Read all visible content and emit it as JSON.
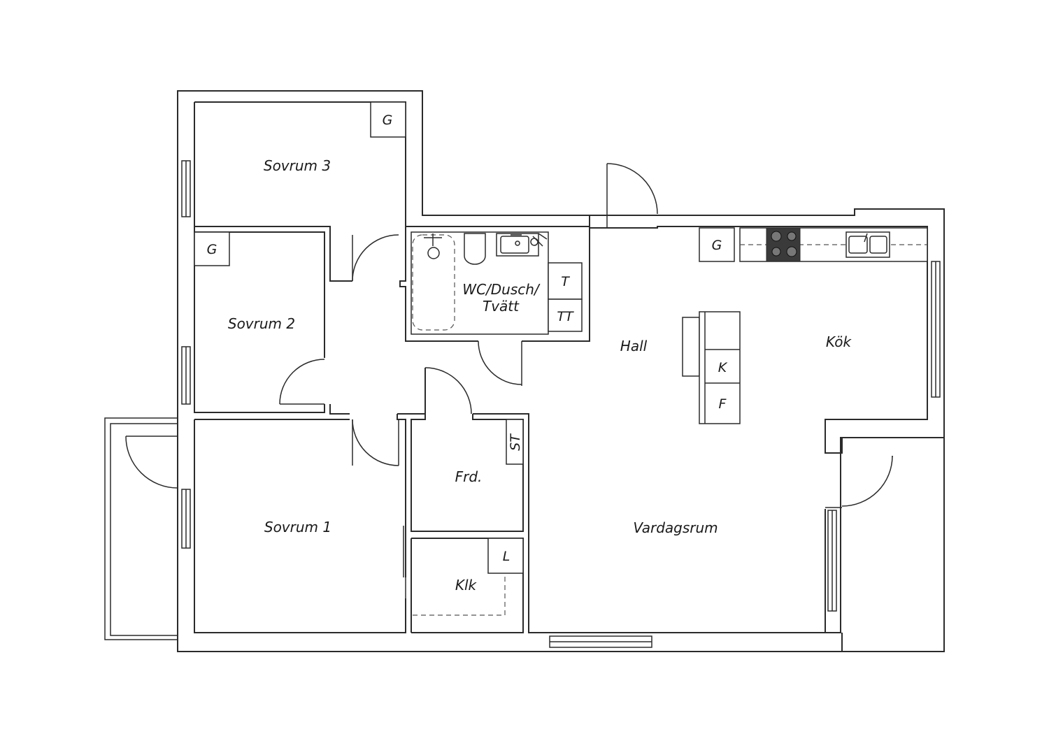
{
  "rooms": {
    "sovrum3": "Sovrum 3",
    "sovrum2": "Sovrum 2",
    "sovrum1": "Sovrum 1",
    "wc_line1": "WC/Dusch/",
    "wc_line2": "Tvätt",
    "hall": "Hall",
    "kok": "Kök",
    "frd": "Frd.",
    "klk": "Klk",
    "vardagsrum": "Vardagsrum"
  },
  "markers": {
    "g_sovrum3": "G",
    "g_sovrum2": "G",
    "g_kitchen": "G",
    "t": "T",
    "tt": "TT",
    "k": "K",
    "f": "F",
    "st": "ST",
    "l": "L"
  },
  "colors": {
    "line": "#2b2b2b",
    "stove": "#3a3a3a",
    "background": "#ffffff"
  }
}
